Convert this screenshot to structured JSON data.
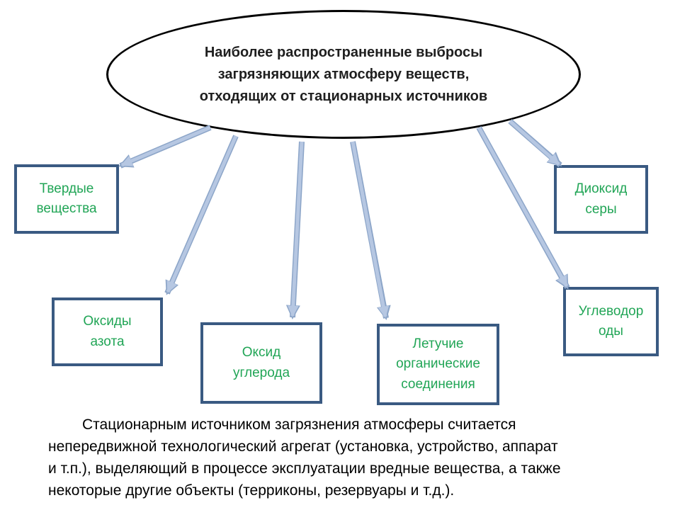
{
  "ellipse": {
    "title": "Наиболее распространенные выбросы\nзагрязняющих атмосферу веществ,\nотходящих от стационарных источников"
  },
  "boxes": [
    {
      "id": "solid-particles",
      "label": "Твердые\nвещества"
    },
    {
      "id": "nitrogen-oxides",
      "label": "Оксиды\nазота"
    },
    {
      "id": "carbon-oxide",
      "label": "Оксид\nуглерода"
    },
    {
      "id": "volatile-organic-compounds",
      "label": "Летучие\nорганические\nсоединения"
    },
    {
      "id": "sulfur-dioxide",
      "label": "Диоксид\nсеры"
    },
    {
      "id": "hydrocarbons",
      "label": "Углеводор\nоды"
    }
  ],
  "paragraph": {
    "text": "Стационарным источником загрязнения атмосферы считается\nнепередвижной технологический агрегат (установка, устройство, аппарат\nи т.п.), выделяющий в процессе эксплуатации вредные вещества, а также\nнекоторые другие объекты (терриконы, резервуары и т.д.)."
  },
  "colors": {
    "box_border": "#3a5a82",
    "label_green": "#21a556",
    "arrow_fill": "#b6c7e2",
    "arrow_outline": "#8ca5c8",
    "ellipse_border": "#000000",
    "text_black": "#1f1f1f"
  }
}
